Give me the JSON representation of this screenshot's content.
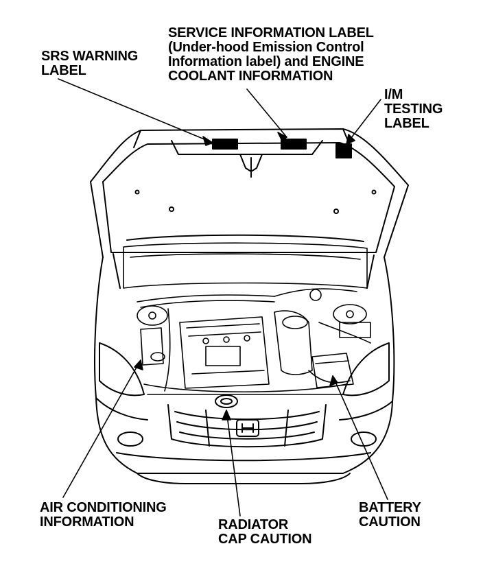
{
  "labels": {
    "srs_warning": [
      "SRS WARNING",
      "LABEL"
    ],
    "service_info": [
      "SERVICE INFORMATION LABEL",
      "(Under-hood Emission Control",
      "Information label) and ENGINE",
      "COOLANT INFORMATION"
    ],
    "im_testing": [
      "I/M",
      "TESTING",
      "LABEL"
    ],
    "air_conditioning": [
      "AIR CONDITIONING",
      "INFORMATION"
    ],
    "radiator_cap": [
      "RADIATOR",
      "CAP CAUTION"
    ],
    "battery": [
      "BATTERY",
      "CAUTION"
    ]
  },
  "colors": {
    "ink": "#000000",
    "background": "#ffffff"
  },
  "emblem": "honda-h-emblem"
}
